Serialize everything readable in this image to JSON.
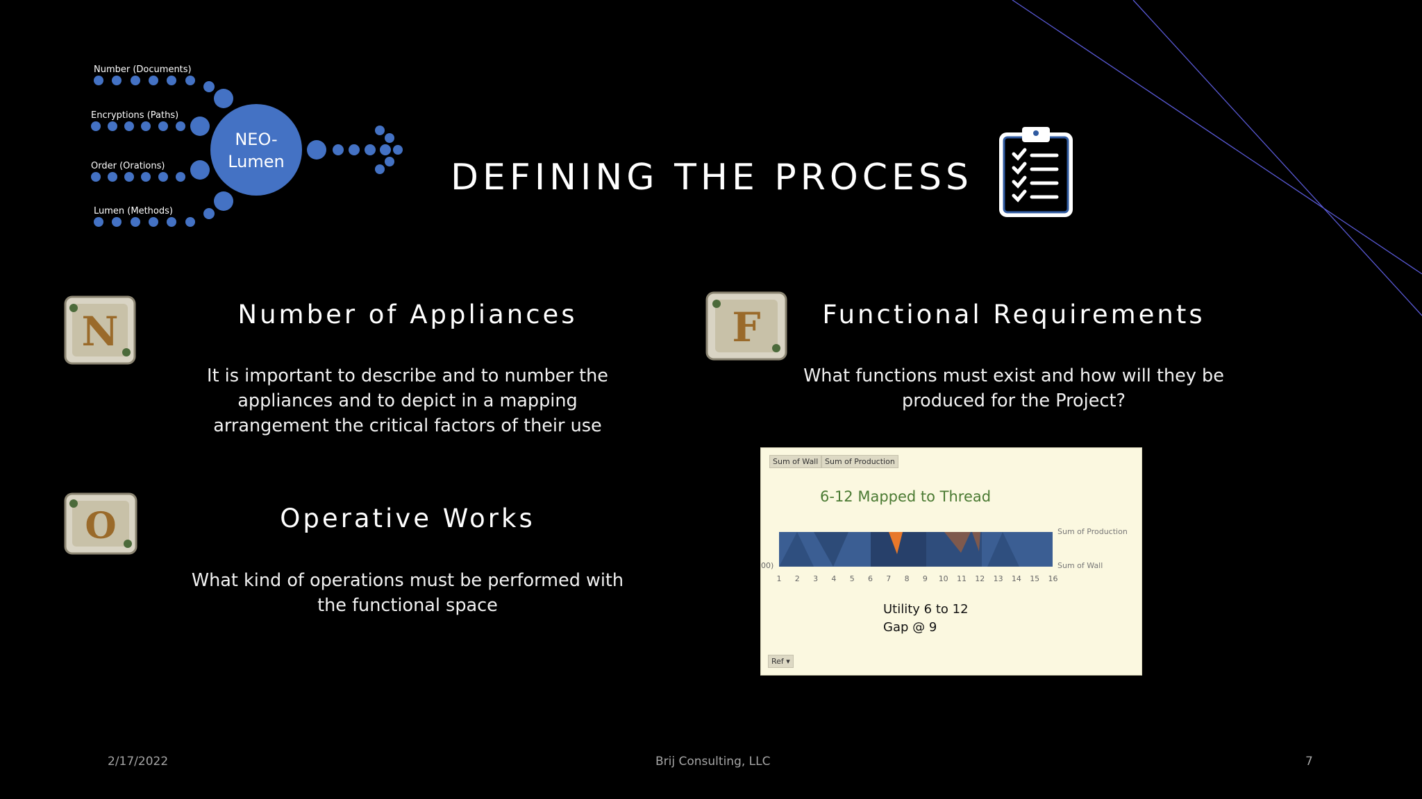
{
  "slide": {
    "title": "DEFINING THE PROCESS",
    "footer_date": "2/17/2022",
    "footer_company": "Brij Consulting, LLC",
    "footer_page": "7"
  },
  "diagram": {
    "center_label_line1": "NEO-",
    "center_label_line2": "Lumen",
    "inputs": [
      "Number (Documents)",
      "Encryptions (Paths)",
      "Order (Orations)",
      "Lumen (Methods)"
    ],
    "color": "#4472c4"
  },
  "sections": {
    "appliances": {
      "heading": "Number of Appliances",
      "body_lines": [
        "It is important to describe and to number the",
        "appliances and to depict in a mapping",
        "arrangement the critical factors of their use"
      ],
      "icon_letter": "N"
    },
    "requirements": {
      "heading": "Functional Requirements",
      "body_lines": [
        "What functions must exist and how will they be",
        "produced for the Project?"
      ],
      "icon_letter": "F"
    },
    "operative": {
      "heading": "Operative Works",
      "body_lines": [
        "What kind of operations must be performed with",
        "the functional space"
      ],
      "icon_letter": "O"
    }
  },
  "chart": {
    "tab_wall": "Sum of Wall",
    "tab_production": "Sum of Production",
    "title": "6-12 Mapped to Thread",
    "legend_production": "Sum of Production",
    "legend_wall": "Sum of Wall",
    "axis_cut_label": "00)",
    "x_ticks": [
      "1",
      "2",
      "3",
      "4",
      "5",
      "6",
      "7",
      "8",
      "9",
      "10",
      "11",
      "12",
      "13",
      "14",
      "15",
      "16"
    ],
    "note_line1": "Utility 6 to 12",
    "note_line2": "Gap @ 9",
    "ref_label": "Ref ▾",
    "colors": {
      "wall": "#2f4f7f",
      "production": "#e8782a",
      "background": "#fbf8e0"
    }
  }
}
